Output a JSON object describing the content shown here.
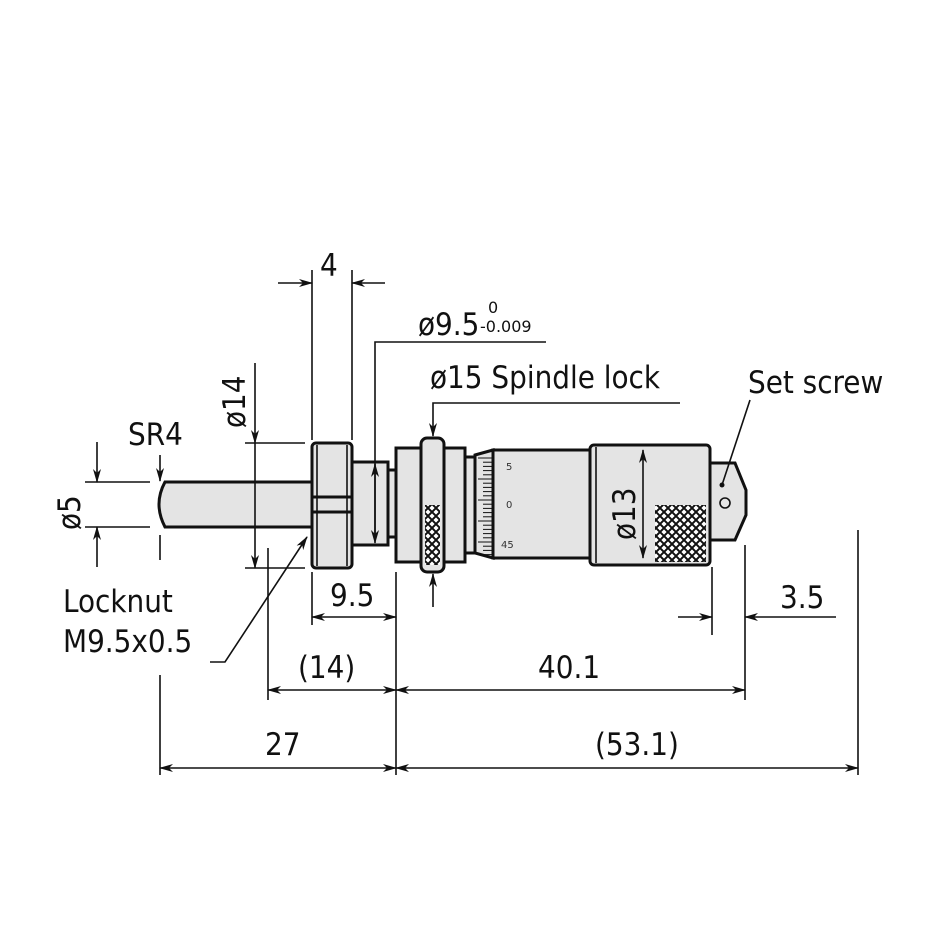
{
  "colors": {
    "part_fill": "#e4e4e4",
    "line": "#111111",
    "background": "#ffffff"
  },
  "labels": {
    "width_4": "4",
    "dia_9_5": "ø9.5",
    "tol_upper": "0",
    "tol_lower": "-0.009",
    "spindle_lock": "ø15 Spindle lock",
    "set_screw": "Set screw",
    "sr4": "SR4",
    "dia_14": "ø14",
    "dia_5": "ø5",
    "dia_13": "ø13",
    "locknut_line1": "Locknut",
    "locknut_line2": "M9.5x0.5",
    "dim_9_5": "9.5",
    "dim_14": "(14)",
    "dim_40_1": "40.1",
    "dim_3_5": "3.5",
    "dim_27": "27",
    "dim_53_1": "(53.1)"
  },
  "scale_marks": [
    "5",
    "0",
    "45"
  ]
}
